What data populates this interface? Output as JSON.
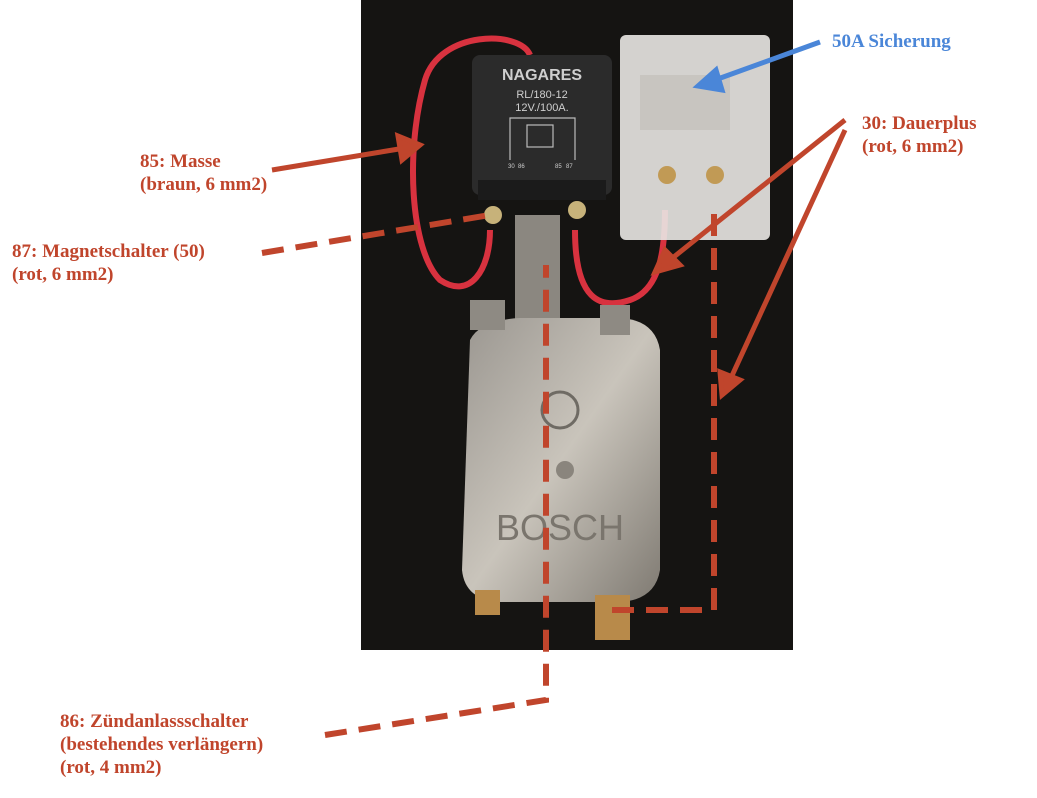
{
  "photo": {
    "relay": {
      "brand": "NAGARES",
      "model": "RL/180-12",
      "rating": "12V./100A.",
      "pins": [
        "30",
        "86",
        "85",
        "87"
      ]
    },
    "regulator_brand": "BOSCH"
  },
  "annotations": {
    "fuse": "50A Sicherung",
    "pin30": [
      "30: Dauerplus",
      "(rot, 6 mm2)"
    ],
    "pin85": [
      "85: Masse",
      "(braun, 6 mm2)"
    ],
    "pin87": [
      "87: Magnetschalter (50)",
      "(rot, 6 mm2)"
    ],
    "pin86": [
      "86: Zündanlassschalter",
      "(bestehendes verlängern)",
      "(rot, 4 mm2)"
    ]
  },
  "colors": {
    "annotation_red": "#c0452c",
    "annotation_blue": "#4a86d8",
    "photo_bg": "#151412"
  }
}
